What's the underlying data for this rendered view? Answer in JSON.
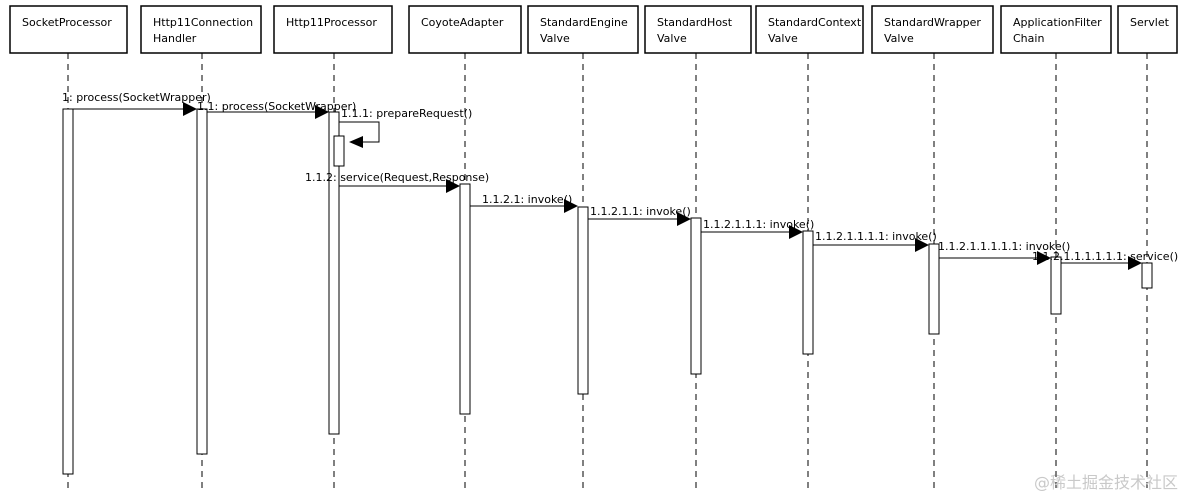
{
  "participants": [
    {
      "id": "p0",
      "lines": [
        "SocketProcessor"
      ]
    },
    {
      "id": "p1",
      "lines": [
        "Http11Connection",
        "Handler"
      ]
    },
    {
      "id": "p2",
      "lines": [
        "Http11Processor"
      ]
    },
    {
      "id": "p3",
      "lines": [
        "CoyoteAdapter"
      ]
    },
    {
      "id": "p4",
      "lines": [
        "StandardEngine",
        "Valve"
      ]
    },
    {
      "id": "p5",
      "lines": [
        "StandardHost",
        "Valve"
      ]
    },
    {
      "id": "p6",
      "lines": [
        "StandardContext",
        "Valve"
      ]
    },
    {
      "id": "p7",
      "lines": [
        "StandardWrapper",
        "Valve"
      ]
    },
    {
      "id": "p8",
      "lines": [
        "ApplicationFilter",
        "Chain"
      ]
    },
    {
      "id": "p9",
      "lines": [
        "Servlet"
      ]
    }
  ],
  "messages": [
    {
      "from": "p0",
      "to": "p1",
      "label": "1: process(SocketWrapper)"
    },
    {
      "from": "p1",
      "to": "p2",
      "label": "1.1: process(SocketWrapper)"
    },
    {
      "from": "p2",
      "to": "p2",
      "label": "1.1.1: prepareRequest()"
    },
    {
      "from": "p2",
      "to": "p3",
      "label": "1.1.2: service(Request,Response)"
    },
    {
      "from": "p3",
      "to": "p4",
      "label": "1.1.2.1: invoke()"
    },
    {
      "from": "p4",
      "to": "p5",
      "label": "1.1.2.1.1: invoke()"
    },
    {
      "from": "p5",
      "to": "p6",
      "label": "1.1.2.1.1.1: invoke()"
    },
    {
      "from": "p6",
      "to": "p7",
      "label": "1.1.2.1.1.1.1: invoke()"
    },
    {
      "from": "p7",
      "to": "p8",
      "label": "1.1.2.1.1.1.1.1: invoke()"
    },
    {
      "from": "p8",
      "to": "p9",
      "label": "1.1.2.1.1.1.1.1.1: service()"
    }
  ],
  "watermark": "@稀土掘金技术社区"
}
